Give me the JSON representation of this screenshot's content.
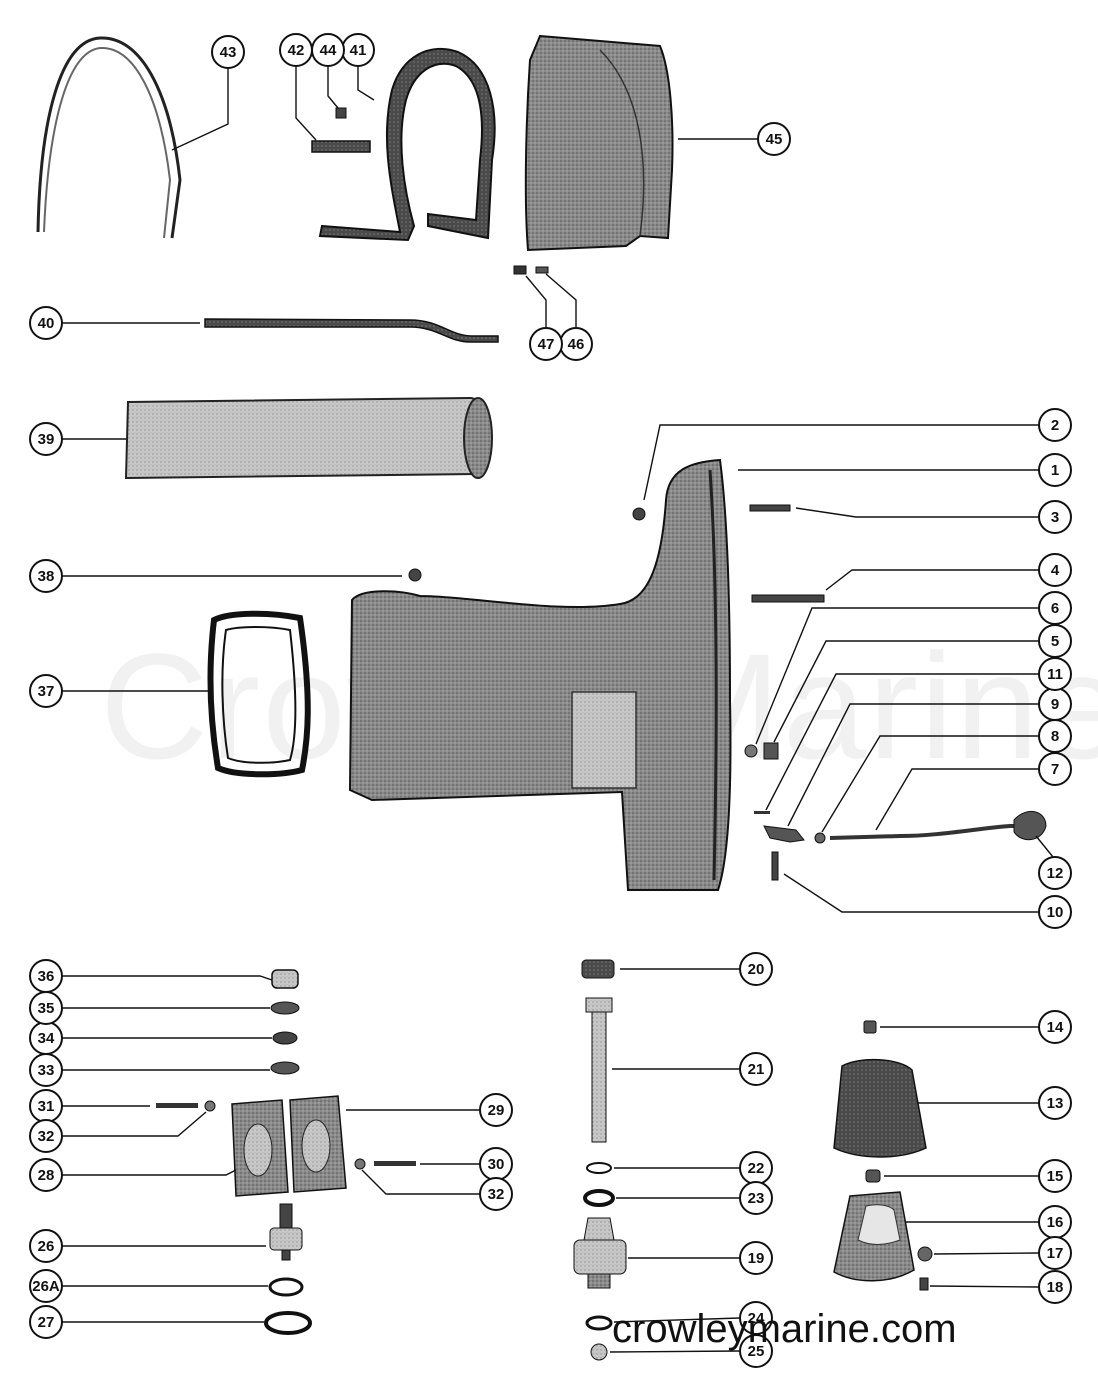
{
  "watermark": {
    "background_text": "CrowleyMarine",
    "url_text": "crowleymarine.com"
  },
  "callouts": [
    {
      "id": "1",
      "label": "1"
    },
    {
      "id": "2",
      "label": "2"
    },
    {
      "id": "3",
      "label": "3"
    },
    {
      "id": "4",
      "label": "4"
    },
    {
      "id": "5",
      "label": "5"
    },
    {
      "id": "6",
      "label": "6"
    },
    {
      "id": "7",
      "label": "7"
    },
    {
      "id": "8",
      "label": "8"
    },
    {
      "id": "9",
      "label": "9"
    },
    {
      "id": "10",
      "label": "10"
    },
    {
      "id": "11",
      "label": "11"
    },
    {
      "id": "12",
      "label": "12"
    },
    {
      "id": "13",
      "label": "13"
    },
    {
      "id": "14",
      "label": "14"
    },
    {
      "id": "15",
      "label": "15"
    },
    {
      "id": "16",
      "label": "16"
    },
    {
      "id": "17",
      "label": "17"
    },
    {
      "id": "18",
      "label": "18"
    },
    {
      "id": "19",
      "label": "19"
    },
    {
      "id": "20",
      "label": "20"
    },
    {
      "id": "21",
      "label": "21"
    },
    {
      "id": "22",
      "label": "22"
    },
    {
      "id": "23",
      "label": "23"
    },
    {
      "id": "24",
      "label": "24"
    },
    {
      "id": "25",
      "label": "25"
    },
    {
      "id": "26",
      "label": "26"
    },
    {
      "id": "26A",
      "label": "26A"
    },
    {
      "id": "27",
      "label": "27"
    },
    {
      "id": "28",
      "label": "28"
    },
    {
      "id": "29",
      "label": "29"
    },
    {
      "id": "30",
      "label": "30"
    },
    {
      "id": "31",
      "label": "31"
    },
    {
      "id": "32a",
      "label": "32"
    },
    {
      "id": "32b",
      "label": "32"
    },
    {
      "id": "33",
      "label": "33"
    },
    {
      "id": "34",
      "label": "34"
    },
    {
      "id": "35",
      "label": "35"
    },
    {
      "id": "36",
      "label": "36"
    },
    {
      "id": "37",
      "label": "37"
    },
    {
      "id": "38",
      "label": "38"
    },
    {
      "id": "39",
      "label": "39"
    },
    {
      "id": "40",
      "label": "40"
    },
    {
      "id": "41",
      "label": "41"
    },
    {
      "id": "42",
      "label": "42"
    },
    {
      "id": "43",
      "label": "43"
    },
    {
      "id": "44",
      "label": "44"
    },
    {
      "id": "45",
      "label": "45"
    },
    {
      "id": "46",
      "label": "46"
    },
    {
      "id": "47",
      "label": "47"
    }
  ]
}
